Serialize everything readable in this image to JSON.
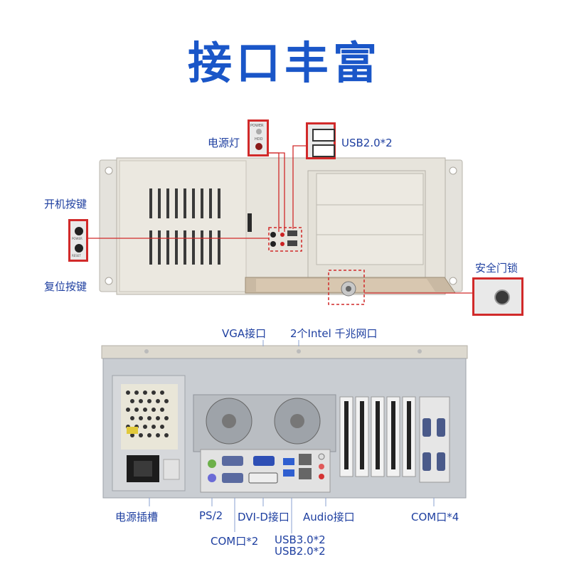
{
  "title": "接口丰富",
  "front": {
    "labels": {
      "power_light": "电源灯",
      "usb_front": "USB2.0*2",
      "power_button": "开机按键",
      "reset_button": "复位按键",
      "security_lock": "安全门锁"
    },
    "indicator_text": {
      "power": "POWER",
      "hdd": "HDD"
    },
    "button_text": {
      "power": "POWER",
      "reset": "RESET"
    }
  },
  "rear": {
    "labels": {
      "vga": "VGA接口",
      "lan": "2个Intel 千兆网口",
      "power_socket": "电源插槽",
      "ps2": "PS/2",
      "dvi": "DVI-D接口",
      "audio": "Audio接口",
      "com4": "COM口*4",
      "com2": "COM口*2",
      "usb30": "USB3.0*2",
      "usb20": "USB2.0*2"
    }
  },
  "colors": {
    "title": "#1a56c8",
    "label": "#1e3fa0",
    "callout": "#d12a2a",
    "chassis": "#e6e3da"
  }
}
